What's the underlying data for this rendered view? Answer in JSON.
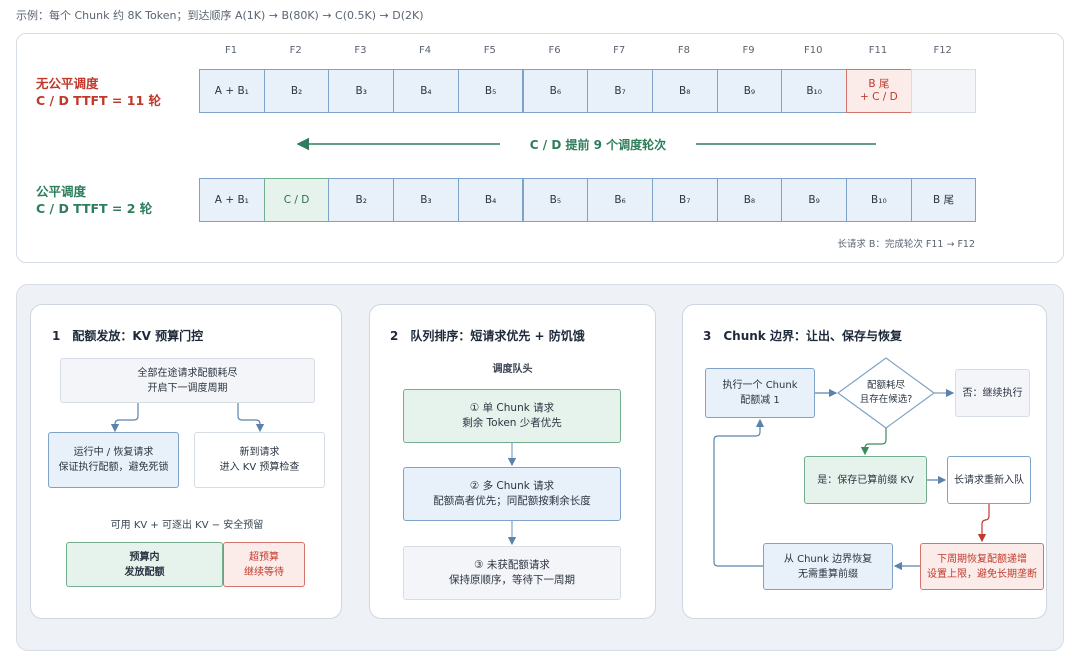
{
  "caption": "示例：每个 Chunk 约 8K Token；到达顺序 A(1K) → B(80K) → C(0.5K) → D(2K)",
  "frames": [
    "F1",
    "F2",
    "F3",
    "F4",
    "F5",
    "F6",
    "F7",
    "F8",
    "F9",
    "F10",
    "F11",
    "F12"
  ],
  "unfair": {
    "label_line1": "无公平调度",
    "label_line2": "C / D TTFT = 11 轮",
    "cells": [
      "A + B₁",
      "B₂",
      "B₃",
      "B₄",
      "B₅",
      "B₆",
      "B₇",
      "B₈",
      "B₉",
      "B₁₀",
      "B 尾\n+ C / D",
      ""
    ]
  },
  "advance_text": "C / D 提前 9 个调度轮次",
  "fair": {
    "label_line1": "公平调度",
    "label_line2": "C / D TTFT = 2 轮",
    "cells": [
      "A + B₁",
      "C / D",
      "B₂",
      "B₃",
      "B₄",
      "B₅",
      "B₆",
      "B₇",
      "B₈",
      "B₉",
      "B₁₀",
      "B 尾"
    ]
  },
  "footnote": "长请求 B：完成轮次 F11 → F12",
  "card1": {
    "title": "1　配额发放：KV 预算门控",
    "top_box": "全部在途请求配额耗尽\n开启下一调度周期",
    "left_box": "运行中 / 恢复请求\n保证执行配额，避免死锁",
    "right_box": "新到请求\n进入 KV 预算检查",
    "formula": "可用 KV + 可逐出 KV − 安全预留",
    "budget_in": "预算内\n发放配额",
    "budget_over": "超预算\n继续等待"
  },
  "card2": {
    "title": "2　队列排序：短请求优先 + 防饥饿",
    "queue_head": "调度队头",
    "box1": "① 单 Chunk 请求\n剩余 Token 少者优先",
    "box2": "② 多 Chunk 请求\n配额高者优先；同配额按剩余长度",
    "box3": "③ 未获配额请求\n保持原顺序，等待下一周期"
  },
  "card3": {
    "title": "3　Chunk 边界：让出、保存与恢复",
    "exec_box": "执行一个 Chunk\n配额减 1",
    "diamond": "配额耗尽\n且存在候选?",
    "no_box": "否：继续执行",
    "yes_box": "是：保存已算前缀 KV",
    "requeue_box": "长请求重新入队",
    "resume_box": "从 Chunk 边界恢复\n无需重算前缀",
    "boost_box": "下周期恢复配额递增\n设置上限，避免长期垄断"
  },
  "colors": {
    "accent_red": "#c0392b",
    "accent_green": "#2e7d5b",
    "cell_blue": "#e8f0f9"
  }
}
